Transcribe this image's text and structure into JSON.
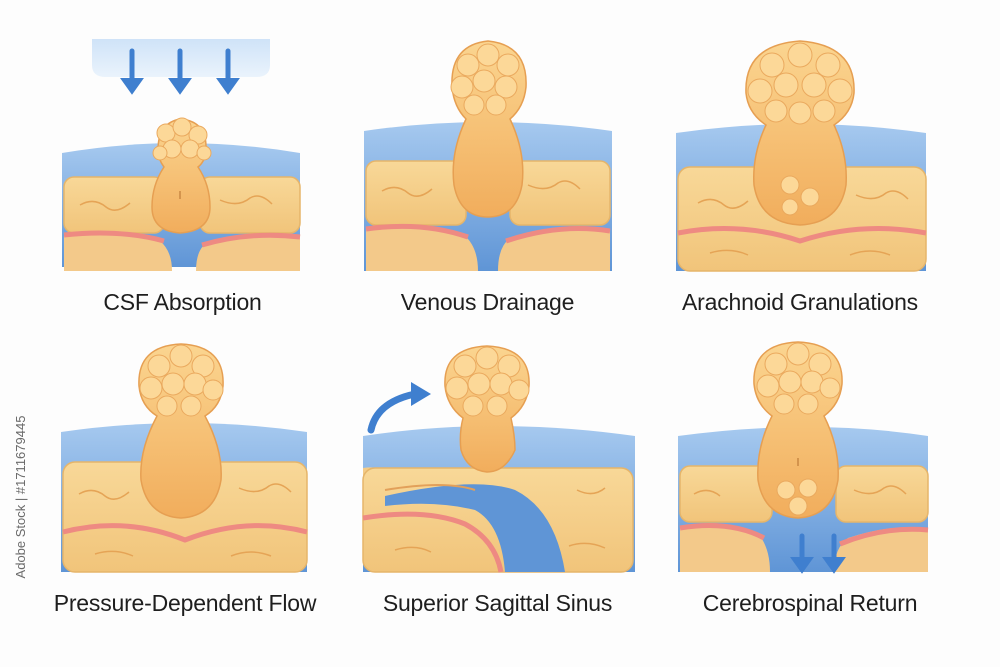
{
  "panels": [
    {
      "id": "p1",
      "caption": "CSF Absorption"
    },
    {
      "id": "p2",
      "caption": "Venous Drainage"
    },
    {
      "id": "p3",
      "caption": "Arachnoid Granulations"
    },
    {
      "id": "p4",
      "caption": "Pressure-Dependent Flow"
    },
    {
      "id": "p5",
      "caption": "Superior Sagittal Sinus"
    },
    {
      "id": "p6",
      "caption": "Cerebrospinal Return"
    }
  ],
  "watermark": {
    "stock_id": "Adobe Stock | #1711679445"
  },
  "colors": {
    "granulation": "#f7c277",
    "granulation_edge": "#e8a556",
    "sinus_blue": "#6a9fd8",
    "dura_blue": "#8db8e6",
    "tissue": "#f4cf8c",
    "tissue_edge": "#e9b86a",
    "vessel_pink": "#ef8f86",
    "arrow_blue": "#3f7fcf"
  },
  "icons": [
    "down-arrow-icon",
    "curved-arrow-icon"
  ]
}
